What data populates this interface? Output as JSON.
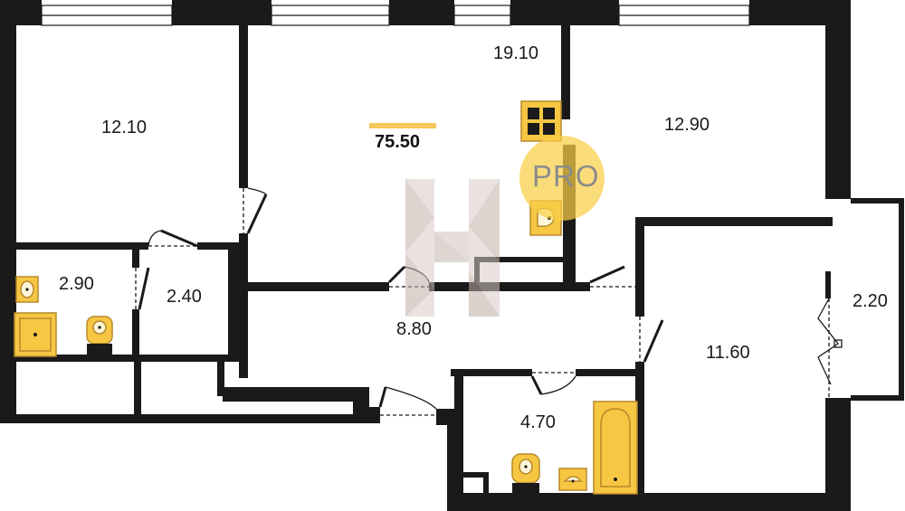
{
  "plan": {
    "total_area": "75.50",
    "watermark": {
      "text": "PRO",
      "accent_color": "#f7c744"
    },
    "rooms": [
      {
        "id": "room-bedroom-left",
        "area": "12.10"
      },
      {
        "id": "room-living",
        "area": "19.10"
      },
      {
        "id": "room-bedroom-right",
        "area": "12.90"
      },
      {
        "id": "room-bathroom-small",
        "area": "2.90"
      },
      {
        "id": "room-closet",
        "area": "2.40"
      },
      {
        "id": "room-hallway",
        "area": "8.80"
      },
      {
        "id": "room-balcony",
        "area": "2.20"
      },
      {
        "id": "room-bedroom-bottom",
        "area": "11.60"
      },
      {
        "id": "room-bathroom",
        "area": "4.70"
      }
    ],
    "colors": {
      "wall": "#1a1a1a",
      "fixture": "#f7c744",
      "fixture_outline": "#b7892a",
      "window": "#ffffff"
    }
  }
}
